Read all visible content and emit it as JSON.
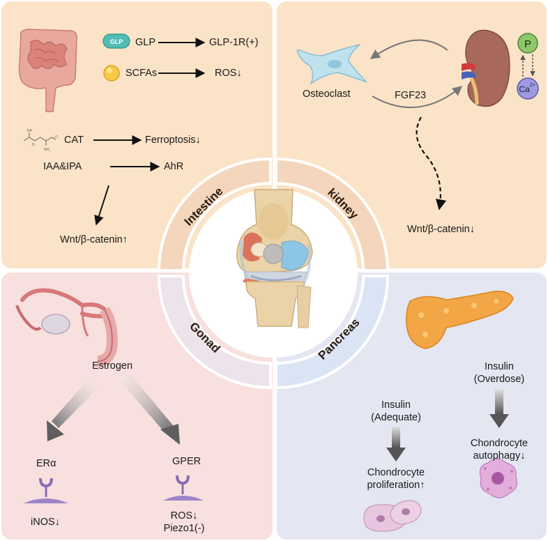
{
  "intestine": {
    "title": "Intestine",
    "glp_badge": "GLP",
    "glp": "GLP",
    "glp_target": "GLP-1R(+)",
    "scfas": "SCFAs",
    "scfas_target": "ROS↓",
    "cat": "CAT",
    "cat_target": "Ferroptosis↓",
    "iaa_ipa": "IAA&IPA",
    "iaa_target": "AhR",
    "wnt": "Wnt/β-catenin↑"
  },
  "kidney": {
    "title": "kidney",
    "osteoclast": "Osteoclast",
    "fgf23": "FGF23",
    "p_label": "P",
    "ca_label": "Ca",
    "ca_sup": "2+",
    "wnt": "Wnt/β-catenin↓"
  },
  "gonad": {
    "title": "Gonad",
    "estrogen": "Estrogen",
    "era": "ERα",
    "gper": "GPER",
    "inos": "iNOS↓",
    "ros": "ROS↓",
    "piezo": "Piezo1(-)"
  },
  "pancreas": {
    "title": "Pancreas",
    "insulin_adequate_1": "Insulin",
    "insulin_adequate_2": "(Adequate)",
    "insulin_overdose_1": "Insulin",
    "insulin_overdose_2": "(Overdose)",
    "prolif_1": "Chondrocyte",
    "prolif_2": "proliferation↑",
    "autoph_1": "Chondrocyte",
    "autoph_2": "autophagy↓"
  },
  "colors": {
    "top_panel": "#fbe3c7",
    "gonad_panel": "#f7e0dd",
    "pancreas_panel": "#e4e6f2",
    "receptor": "#8a6bb5",
    "kidney": "#a8685a"
  }
}
